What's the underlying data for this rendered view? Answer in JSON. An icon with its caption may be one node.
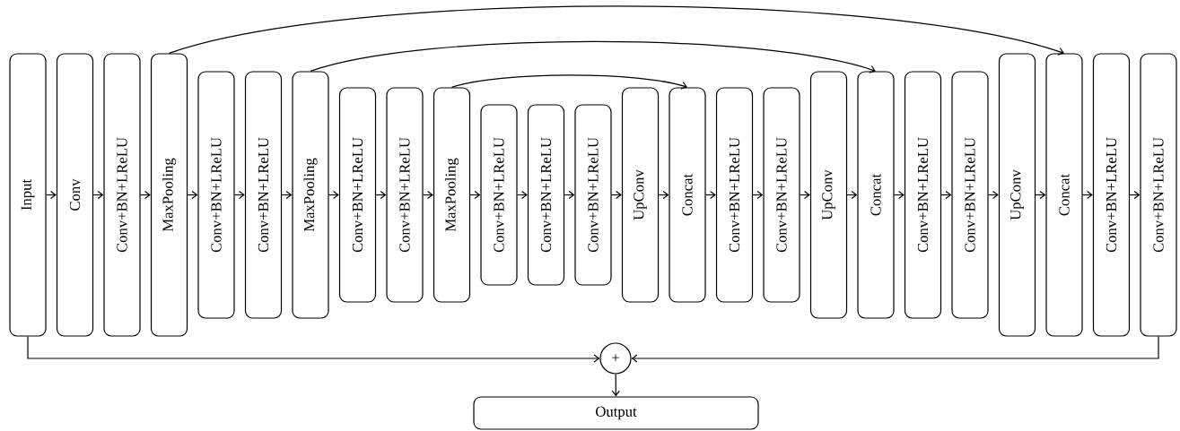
{
  "diagram": {
    "nodes": [
      {
        "text": [
          "Input"
        ]
      },
      {
        "text": [
          "Conv"
        ]
      },
      {
        "text": [
          "Conv+BN+LReLU"
        ]
      },
      {
        "text": [
          "MaxPooling"
        ]
      },
      {
        "text": [
          "Conv+BN+LReLU"
        ]
      },
      {
        "text": [
          "Conv+BN+LReLU"
        ]
      },
      {
        "text": [
          "MaxPooling"
        ]
      },
      {
        "text": [
          "Conv+BN+LReLU"
        ]
      },
      {
        "text": [
          "Conv+BN+LReLU"
        ]
      },
      {
        "text": [
          "MaxPooling"
        ]
      },
      {
        "text": [
          "Conv+BN+LReLU"
        ]
      },
      {
        "text": [
          "Conv+BN+LReLU"
        ]
      },
      {
        "text": [
          "Conv+BN+LReLU"
        ]
      },
      {
        "text": [
          "UpConv"
        ]
      },
      {
        "text": [
          "Concat"
        ]
      },
      {
        "text": [
          "Conv+BN+LReLU"
        ]
      },
      {
        "text": [
          "Conv+BN+LReLU"
        ]
      },
      {
        "text": [
          "UpConv"
        ]
      },
      {
        "text": [
          "Concat"
        ]
      },
      {
        "text": [
          "Conv+BN+LReLU"
        ]
      },
      {
        "text": [
          "Conv+BN+LReLU"
        ]
      },
      {
        "text": [
          "UpConv"
        ]
      },
      {
        "text": [
          "Concat"
        ]
      },
      {
        "text": [
          "Conv+BN+LReLU"
        ]
      },
      {
        "text": [
          "Conv+BN+LReLU"
        ]
      },
      {
        "text": [
          "+"
        ]
      },
      {
        "text": [
          "Output"
        ]
      }
    ],
    "edges": [
      {
        "from": 0,
        "to": 1,
        "arrow": "to"
      },
      {
        "from": 1,
        "to": 2,
        "arrow": "to"
      },
      {
        "from": 2,
        "to": 3,
        "arrow": "to"
      },
      {
        "from": 3,
        "to": 4,
        "arrow": "to"
      },
      {
        "from": 4,
        "to": 5,
        "arrow": "to"
      },
      {
        "from": 5,
        "to": 6,
        "arrow": "to"
      },
      {
        "from": 6,
        "to": 7,
        "arrow": "to"
      },
      {
        "from": 7,
        "to": 8,
        "arrow": "to"
      },
      {
        "from": 8,
        "to": 9,
        "arrow": "to"
      },
      {
        "from": 9,
        "to": 10,
        "arrow": "to"
      },
      {
        "from": 10,
        "to": 11,
        "arrow": "to"
      },
      {
        "from": 11,
        "to": 12,
        "arrow": "to"
      },
      {
        "from": 12,
        "to": 13,
        "arrow": "to"
      },
      {
        "from": 13,
        "to": 14,
        "arrow": "to"
      },
      {
        "from": 14,
        "to": 15,
        "arrow": "to"
      },
      {
        "from": 15,
        "to": 16,
        "arrow": "to"
      },
      {
        "from": 16,
        "to": 17,
        "arrow": "to"
      },
      {
        "from": 17,
        "to": 18,
        "arrow": "to"
      },
      {
        "from": 18,
        "to": 19,
        "arrow": "to"
      },
      {
        "from": 19,
        "to": 20,
        "arrow": "to"
      },
      {
        "from": 20,
        "to": 21,
        "arrow": "to"
      },
      {
        "from": 21,
        "to": 22,
        "arrow": "to"
      },
      {
        "from": 22,
        "to": 23,
        "arrow": "to"
      },
      {
        "from": 23,
        "to": 24,
        "arrow": "to"
      },
      {
        "from": 9,
        "to": 14,
        "arrow": "to"
      },
      {
        "from": 6,
        "to": 18,
        "arrow": "to"
      },
      {
        "from": 3,
        "to": 22,
        "arrow": "to"
      },
      {
        "from": 0,
        "to": 25,
        "arrow": "to"
      },
      {
        "from": 24,
        "to": 25,
        "arrow": "to"
      },
      {
        "from": 25,
        "to": 26,
        "arrow": "to"
      }
    ]
  }
}
